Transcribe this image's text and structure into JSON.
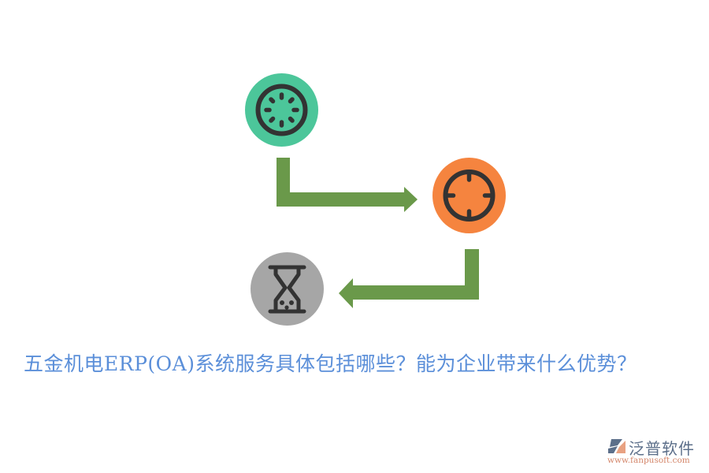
{
  "diagram": {
    "type": "process-flow",
    "nodes": [
      {
        "id": "step-1",
        "icon": "loading-spinner-icon",
        "color": "#4cc69a"
      },
      {
        "id": "step-2",
        "icon": "crosshair-target-icon",
        "color": "#f5843f"
      },
      {
        "id": "step-3",
        "icon": "hourglass-icon",
        "color": "#a6a6a6"
      }
    ],
    "edges": [
      {
        "from": "step-1",
        "to": "step-2",
        "color": "#6a994a"
      },
      {
        "from": "step-2",
        "to": "step-3",
        "color": "#6a994a"
      }
    ],
    "icon_stroke_color": "#333333"
  },
  "title": {
    "text": "五金机电ERP(OA)系统服务具体包括哪些？能为企业带来什么优势？",
    "color": "#5b8fd9"
  },
  "logo": {
    "name": "泛普软件",
    "url": "www.fanpusoft.com"
  }
}
